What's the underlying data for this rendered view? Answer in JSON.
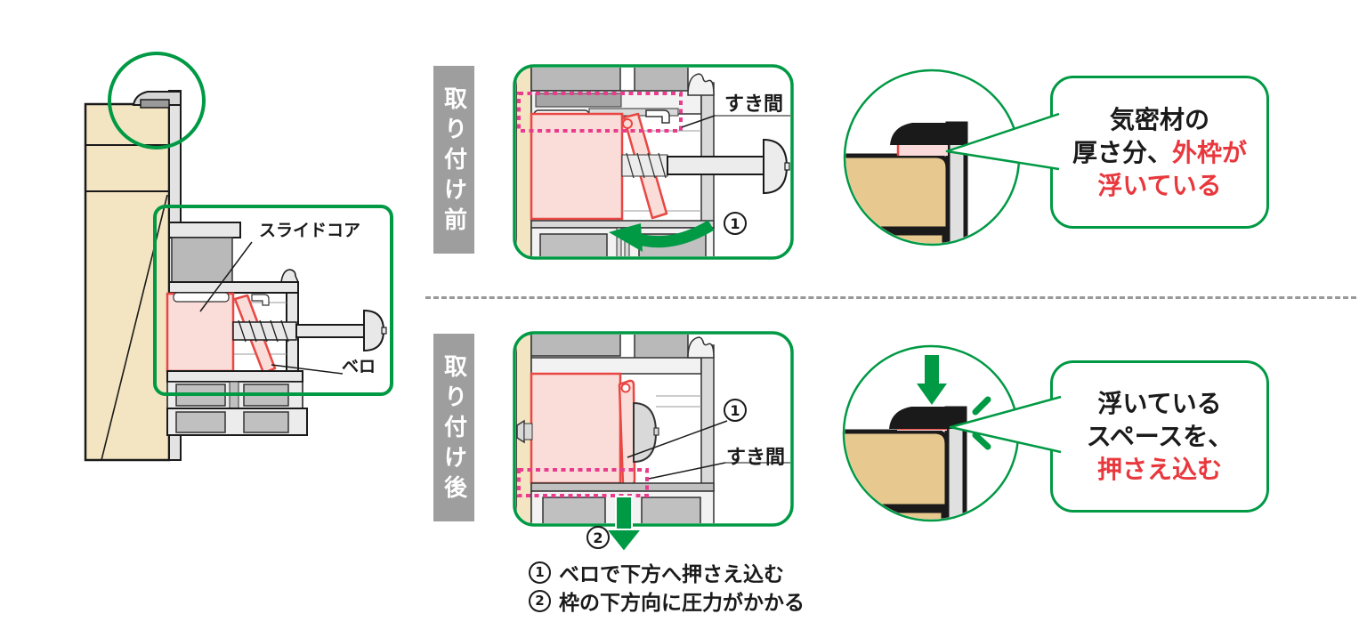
{
  "colors": {
    "green": "#009944",
    "magenta": "#ea3c8d",
    "red": "#e8383d",
    "pink_fill": "#fadcd8",
    "pink_stroke": "#e84743",
    "wall_tan": "#f3e4c2",
    "wood_tan": "#e7c88f"
  },
  "left_diagram": {
    "slide_core_label": "スライドコア",
    "tongue_label": "ベロ"
  },
  "panel_before": {
    "title": "取り付け前",
    "gap_label": "すき間",
    "step_marker": "1"
  },
  "panel_after": {
    "title": "取り付け後",
    "gap_label": "すき間",
    "step_marker_1": "1",
    "step_marker_2": "2"
  },
  "callout_before": {
    "line1": "気密材の",
    "line2_black": "厚さ分、",
    "line2_red": "外枠が",
    "line3_red": "浮いている"
  },
  "callout_after": {
    "line1": "浮いている",
    "line2": "スペースを、",
    "line3_red": "押さえ込む"
  },
  "footnotes": [
    {
      "marker": "1",
      "text": "ベロで下方へ押さえ込む"
    },
    {
      "marker": "2",
      "text": "枠の下方向に圧力がかかる"
    }
  ]
}
